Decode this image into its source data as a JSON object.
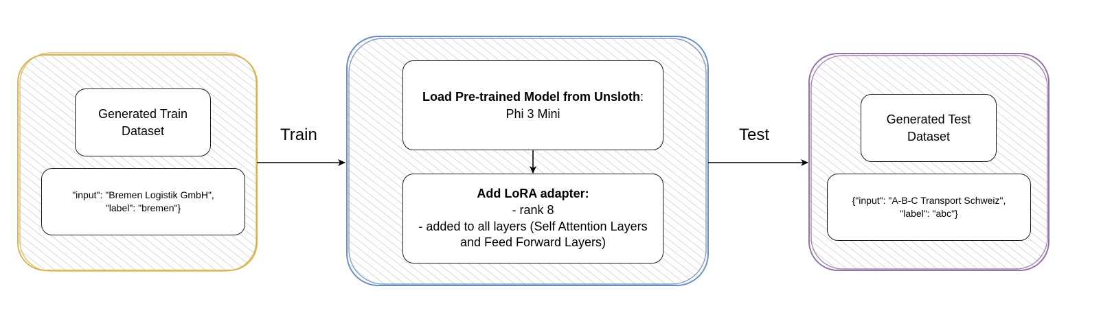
{
  "colors": {
    "train_group": "#d6b656",
    "model_group": "#6c8ebf",
    "test_group": "#9673a6",
    "hatch": "#b8b8b8",
    "edge": "#000000"
  },
  "train_group": {
    "dataset_box": {
      "line1": "Generated Train",
      "line2": "Dataset"
    },
    "example_box": {
      "line1": "\"input\": \"Bremen Logistik GmbH\",",
      "line2": "\"label\": \"bremen\"}"
    }
  },
  "edges": {
    "train_label": "Train",
    "test_label": "Test"
  },
  "model_group": {
    "load_box": {
      "title": "Load Pre-trained Model from Unsloth",
      "title_suffix": ":",
      "model_name": "Phi 3 Mini"
    },
    "lora_box": {
      "title": "Add LoRA adapter:",
      "line1": "- rank 8",
      "line2": "- added to all layers (Self Attention Layers",
      "line3": "and Feed Forward Layers)"
    }
  },
  "test_group": {
    "dataset_box": {
      "line1": "Generated Test",
      "line2": "Dataset"
    },
    "example_box": {
      "line1": "{\"input\": \"A-B-C Transport Schweiz\",",
      "line2": "\"label\": \"abc\"}"
    }
  }
}
